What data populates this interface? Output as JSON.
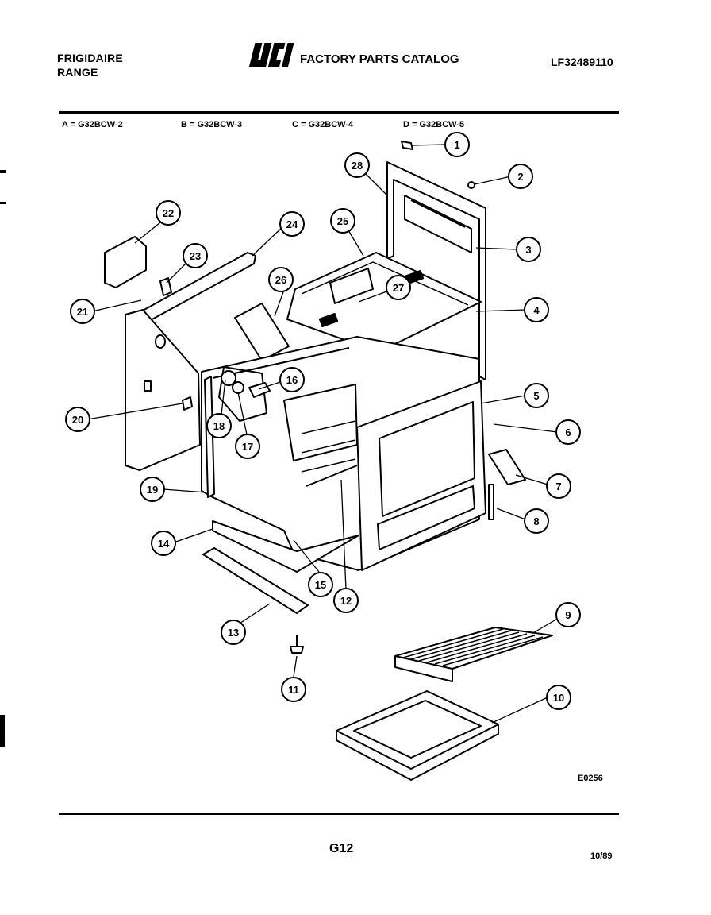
{
  "header": {
    "brand_line1": "FRIGIDAIRE",
    "brand_line2": "RANGE",
    "logo_text": "WCI",
    "catalog_title": "FACTORY PARTS CATALOG",
    "part_number": "LF32489110"
  },
  "models": [
    {
      "label": "A = G32BCW-2"
    },
    {
      "label": "B = G32BCW-3"
    },
    {
      "label": "C = G32BCW-4"
    },
    {
      "label": "D = G32BCW-5"
    }
  ],
  "callouts": [
    "1",
    "2",
    "3",
    "4",
    "5",
    "6",
    "7",
    "8",
    "9",
    "10",
    "11",
    "12",
    "13",
    "14",
    "15",
    "16",
    "17",
    "18",
    "19",
    "20",
    "21",
    "22",
    "23",
    "24",
    "25",
    "26",
    "27",
    "28"
  ],
  "diagram_code": "E0256",
  "footer": {
    "page_id": "G12",
    "date": "10/89"
  }
}
